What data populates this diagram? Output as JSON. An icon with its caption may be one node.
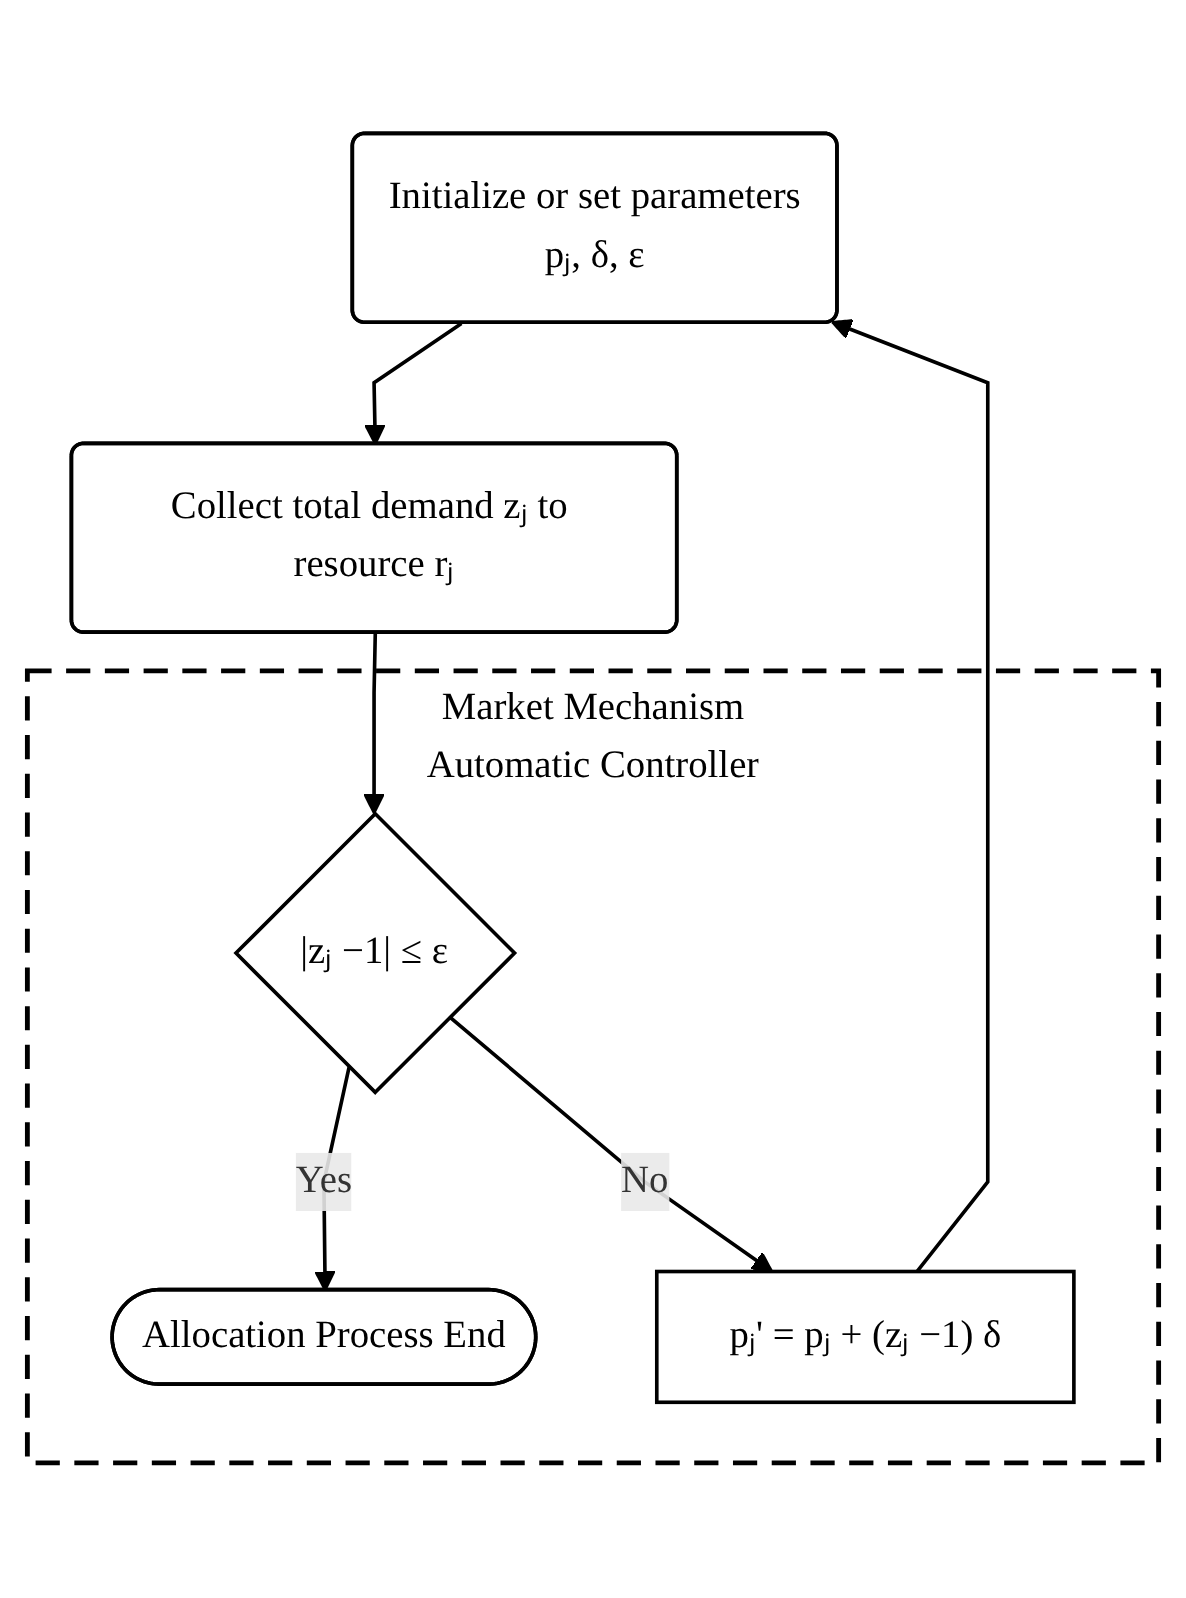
{
  "diagram": {
    "nodes": [
      {
        "text": [
          "Initialize or set parameters",
          "pⱼ, δ, ε"
        ]
      },
      {
        "text": [
          "Collect total demand zⱼ to resource rⱼ"
        ]
      },
      {
        "text": [
          "Market Mechanism",
          "Automatic Controller"
        ]
      },
      {
        "text": [
          "|zⱼ −1| ≤ ε"
        ],
        "in": 2
      },
      {
        "text": [
          "pⱼ' = pⱼ + (zⱼ −1) δ"
        ],
        "in": 2
      },
      {
        "text": [
          "Allocation Process End"
        ],
        "in": 2
      }
    ],
    "edges": [
      {
        "from": 0,
        "to": 1,
        "arrow": "to"
      },
      {
        "from": 1,
        "to": 3,
        "arrow": "to"
      },
      {
        "from": 3,
        "to": 5,
        "arrow": "to",
        "label": "Yes"
      },
      {
        "from": 3,
        "to": 4,
        "arrow": "to",
        "label": "No"
      },
      {
        "from": 4,
        "to": 0,
        "arrow": "to"
      }
    ]
  }
}
